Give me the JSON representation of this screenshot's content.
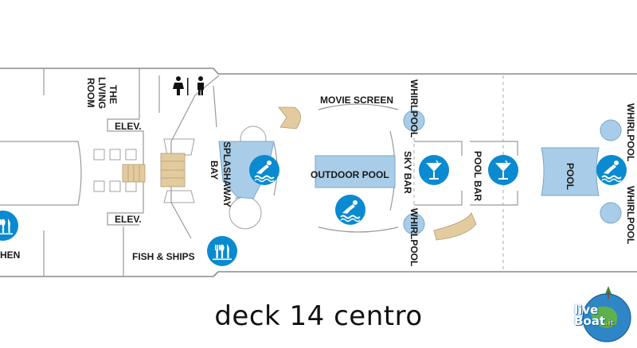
{
  "caption": "deck 14 centro",
  "logo": {
    "name": "liveBoat",
    "line1": "live",
    "line2": "Boat",
    "suffix": ".it"
  },
  "labels": {
    "living_room_1": "THE",
    "living_room_2": "LIVING",
    "living_room_3": "ROOM",
    "elevator_top": "ELEV.",
    "elevator_bottom": "ELEV.",
    "splashaway_1": "SPLASHAWAY",
    "splashaway_2": "BAY",
    "movie_screen": "MOVIE SCREEN",
    "outdoor_pool": "OUTDOOR POOL",
    "whirlpool_top": "WHIRLPOOL",
    "sky_bar": "SKY BAR",
    "whirlpool_bottom": "WHIRLPOOL",
    "pool_bar": "POOL BAR",
    "pool": "POOL",
    "whirlpool_right_top": "WHIRLPOOL",
    "whirlpool_right_bottom": "WHIRLPOOL",
    "fish_ships": "FISH & SHIPS",
    "kitchen": "HEN"
  },
  "colors": {
    "icon_blue": "#0a8ad0",
    "water_blue": "#a9cde8",
    "wood": "#e3cba0",
    "wall": "#8a8a8a"
  },
  "icons": [
    "cutlery-icon",
    "swimmer-icon",
    "cocktail-icon",
    "restroom-icon",
    "stairs-icon"
  ]
}
